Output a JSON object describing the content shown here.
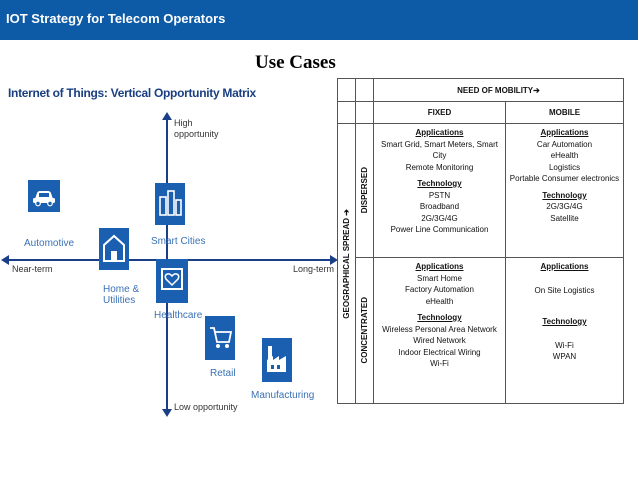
{
  "header": {
    "title": "IOT Strategy for Telecom Operators"
  },
  "slide": {
    "title": "Use Cases"
  },
  "matrix": {
    "title": "Internet of Things: Vertical Opportunity Matrix",
    "axis": {
      "top_line1": "High",
      "top_line2": "opportunity",
      "bottom": "Low opportunity",
      "left": "Near-term",
      "right": "Long-term"
    },
    "items": {
      "automotive": {
        "label": "Automotive",
        "icon": "car-icon"
      },
      "home_utilities": {
        "label_line1": "Home &",
        "label_line2": "Utilities",
        "icon": "house-icon"
      },
      "smart_cities": {
        "label": "Smart Cities",
        "icon": "buildings-icon"
      },
      "healthcare": {
        "label": "Healthcare",
        "icon": "heart-monitor-icon"
      },
      "retail": {
        "label": "Retail",
        "icon": "cart-icon"
      },
      "manufacturing": {
        "label": "Manufacturing",
        "icon": "factory-icon"
      }
    },
    "colors": {
      "tile": "#1b5fb0",
      "label": "#3a71b5",
      "axis": "#1b3f86"
    }
  },
  "usecase_table": {
    "need_of_mobility": "NEED OF MOBILITY➔",
    "col_fixed": "FIXED",
    "col_mobile": "MOBILE",
    "row_axis": "GEOGRAPHICAL SPREAD ➔",
    "row_dispersed": "DISPERSED",
    "row_concentrated": "CONCENTRATED",
    "dispersed_fixed": {
      "apps_head": "Applications",
      "apps": [
        "Smart Grid, Smart Meters, Smart City",
        "Remote Monitoring"
      ],
      "tech_head": "Technology",
      "tech": [
        "PSTN",
        "Broadband",
        "2G/3G/4G",
        "Power Line Communication"
      ]
    },
    "dispersed_mobile": {
      "apps_head": "Applications",
      "apps": [
        "Car Automation",
        "eHealth",
        "Logistics",
        "Portable Consumer electronics"
      ],
      "tech_head": "Technology",
      "tech": [
        "2G/3G/4G",
        "Satellite"
      ]
    },
    "concentrated_fixed": {
      "apps_head": "Applications",
      "apps": [
        "Smart Home",
        "Factory Automation",
        "eHealth"
      ],
      "tech_head": "Technology",
      "tech": [
        "Wireless Personal Area Network",
        "Wired Network",
        "Indoor Electrical Wiring",
        "Wi-Fi"
      ]
    },
    "concentrated_mobile": {
      "apps_head": "Applications",
      "apps": [
        "On Site Logistics"
      ],
      "tech_head": "Technology",
      "tech": [
        "Wi-Fi",
        "WPAN"
      ]
    }
  }
}
